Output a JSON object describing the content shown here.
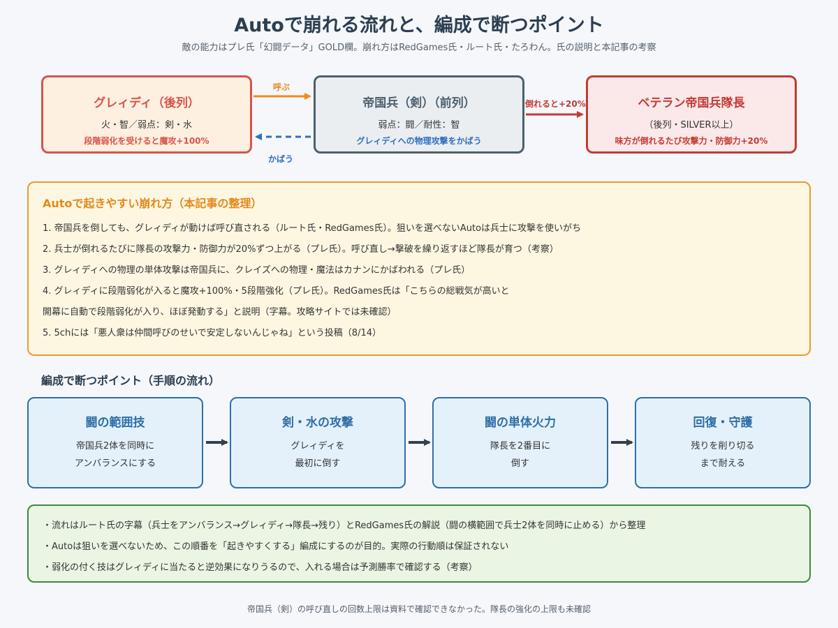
{
  "title": "Autoで崩れる流れと、編成で断つポイント",
  "subtitle": "敵の能力はプレ氏「幻闘データ」GOLD欄。崩れ方はRedGames氏・ルート氏・たろわん。氏の説明と本記事の考察",
  "diagram": {
    "nodes": [
      {
        "title": "グレィディ（後列）",
        "line": "火・智／弱点：剣・水",
        "note": "段階弱化を受けると魔攻+100%"
      },
      {
        "title": "帝国兵（剣）（前列）",
        "line": "弱点：闘／耐性：智",
        "note": "グレィディへの物理攻撃をかばう"
      },
      {
        "title": "ベテラン帝国兵隊長",
        "line": "（後列・SILVER以上）",
        "note": "味方が倒れるたび攻撃力・防御力+20%"
      }
    ],
    "edges": {
      "call": "呼ぶ",
      "protect": "かばう",
      "fall": "倒れると+20%"
    }
  },
  "auto_panel": {
    "title": "Autoで起きやすい崩れ方（本記事の整理）",
    "items": [
      "1. 帝国兵を倒しても、グレィディが動けば呼び直される（ルート氏・RedGames氏）。狙いを選べないAutoは兵士に攻撃を使いがち",
      "2. 兵士が倒れるたびに隊長の攻撃力・防御力が20%ずつ上がる（プレ氏）。呼び直し→撃破を繰り返すほど隊長が育つ（考察）",
      "3. グレィディへの物理の単体攻撃は帝国兵に、クレイズへの物理・魔法はカナンにかばわれる（プレ氏）",
      "4. グレィディに段階弱化が入ると魔攻+100%・5段階強化（プレ氏）。RedGames氏は「こちらの総戦気が高いと",
      "開幕に自動で段階弱化が入り、ほぼ発動する」と説明（字幕。攻略サイトでは未確認）",
      "5. 5chには「悪人衆は仲間呼びのせいで安定しないんじゃね」という投稿（8/14）"
    ]
  },
  "steps_section": {
    "title": "編成で断つポイント（手順の流れ）",
    "steps": [
      {
        "title": "闘の範囲技",
        "line1": "帝国兵2体を同時に",
        "line2": "アンバランスにする"
      },
      {
        "title": "剣・水の攻撃",
        "line1": "グレィディを",
        "line2": "最初に倒す"
      },
      {
        "title": "闘の単体火力",
        "line1": "隊長を2番目に",
        "line2": "倒す"
      },
      {
        "title": "回復・守護",
        "line1": "残りを削り切る",
        "line2": "まで耐える"
      }
    ]
  },
  "notes": [
    "・流れはルート氏の字幕（兵士をアンバランス→グレィディ→隊長→残り）とRedGames氏の解説（闘の横範囲で兵士2体を同時に止める）から整理",
    "・Autoは狙いを選べないため、この順番を「起きやすくする」編成にするのが目的。実際の行動順は保証されない",
    "・弱化の付く技はグレィディに当たると逆効果になりうるので、入れる場合は予測勝率で確認する（考察）"
  ],
  "footer": "帝国兵（剣）の呼び直しの回数上限は資料で確認できなかった。隊長の強化の上限も未確認",
  "colors": {
    "call_arrow": "#f08a1c",
    "protect_arrow": "#2f6fc0",
    "fall_arrow": "#c43b34",
    "step_arrow": "#34404c"
  }
}
